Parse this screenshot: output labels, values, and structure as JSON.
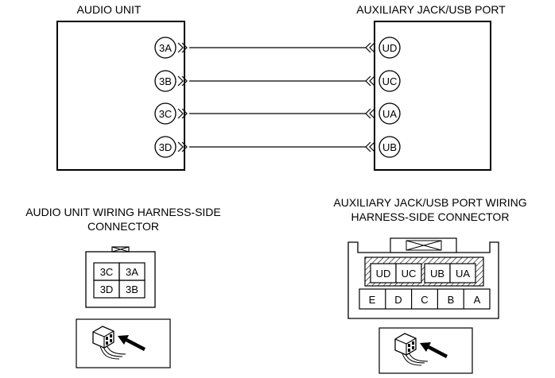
{
  "schematic": {
    "left_unit": {
      "title": "AUDIO UNIT",
      "terminals": [
        "3A",
        "3B",
        "3C",
        "3D"
      ]
    },
    "right_unit": {
      "title": "AUXILIARY JACK/USB PORT",
      "terminals": [
        "UD",
        "UC",
        "UA",
        "UB"
      ]
    }
  },
  "audio_connector": {
    "caption_line1": "AUDIO UNIT WIRING HARNESS-SIDE",
    "caption_line2": "CONNECTOR",
    "pins": [
      [
        "3C",
        "3A"
      ],
      [
        "3D",
        "3B"
      ]
    ]
  },
  "aux_connector": {
    "caption_line1": "AUXILIARY JACK/USB PORT WIRING",
    "caption_line2": "HARNESS-SIDE CONNECTOR",
    "top_pins": [
      "UD",
      "UC",
      "UB",
      "UA"
    ],
    "bottom_pins": [
      "E",
      "D",
      "C",
      "B",
      "A"
    ]
  }
}
